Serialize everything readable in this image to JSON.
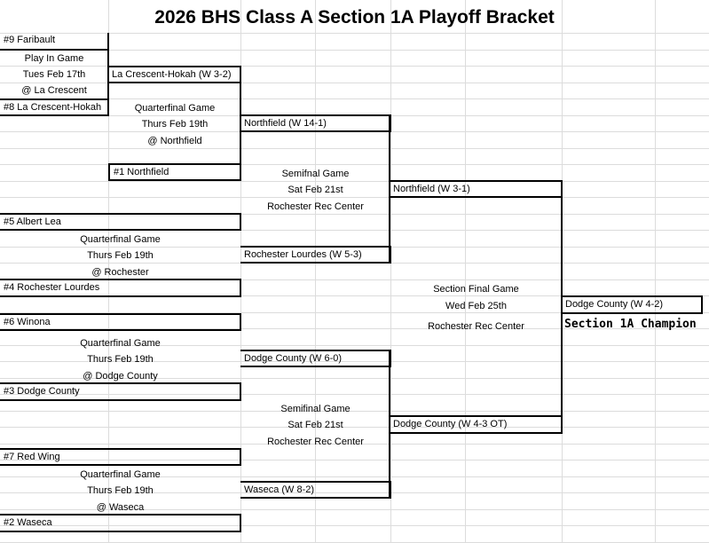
{
  "title": "2026 BHS Class A Section 1A Playoff Bracket",
  "play_in": {
    "team_top": "#9 Faribault",
    "label": "Play In Game",
    "date": "Tues Feb 17th",
    "venue": "@ La Crescent",
    "team_bottom": "#8 La Crescent-Hokah",
    "winner": "La Crescent-Hokah (W 3-2)"
  },
  "quarterfinals": [
    {
      "label": "Quarterfinal Game",
      "date": "Thurs Feb 19th",
      "venue": "@ Northfield",
      "team_bottom": "#1 Northfield",
      "winner": "Northfield (W 14-1)"
    },
    {
      "team_top": "#5 Albert Lea",
      "label": "Quarterfinal Game",
      "date": "Thurs Feb 19th",
      "venue": "@ Rochester",
      "team_bottom": "#4 Rochester Lourdes",
      "winner": "Rochester Lourdes (W 5-3)"
    },
    {
      "team_top": "#6 Winona",
      "label": "Quarterfinal Game",
      "date": "Thurs Feb 19th",
      "venue": "@ Dodge County",
      "team_bottom": "#3 Dodge County",
      "winner": "Dodge County (W 6-0)"
    },
    {
      "team_top": "#7 Red Wing",
      "label": "Quarterfinal Game",
      "date": "Thurs Feb 19th",
      "venue": "@ Waseca",
      "team_bottom": "#2 Waseca",
      "winner": "Waseca (W 8-2)"
    }
  ],
  "semifinals": [
    {
      "label": "Semifnal Game",
      "date": "Sat Feb 21st",
      "venue": "Rochester Rec Center",
      "winner": "Northfield (W 3-1)"
    },
    {
      "label": "Semifinal Game",
      "date": "Sat Feb 21st",
      "venue": "Rochester Rec Center",
      "winner": "Dodge County (W 4-3 OT)"
    }
  ],
  "final": {
    "label": "Section Final Game",
    "date": "Wed Feb 25th",
    "venue": "Rochester Rec Center",
    "winner": "Dodge County (W 4-2)",
    "champion_label": "Section 1A Champion"
  }
}
